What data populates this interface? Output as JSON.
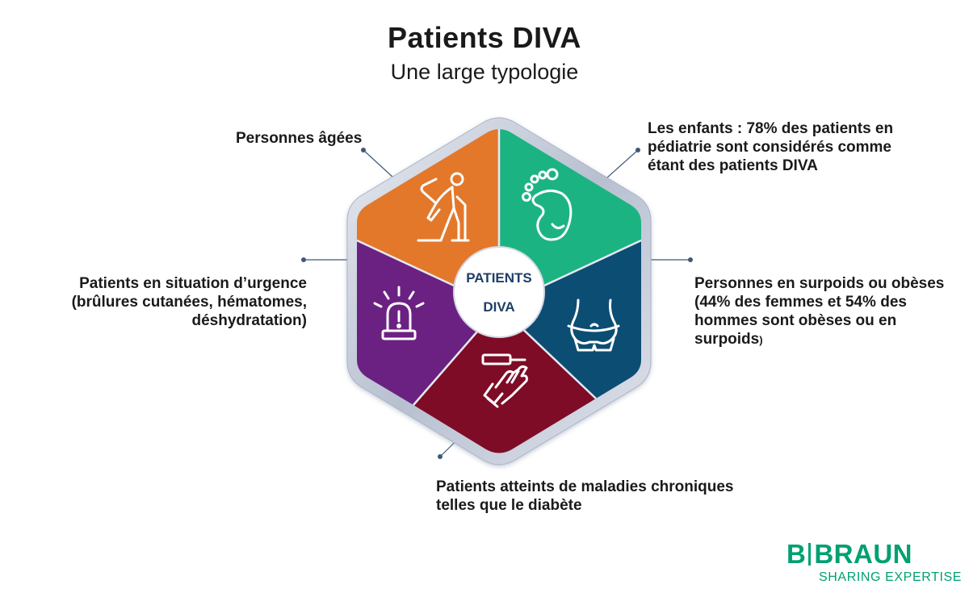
{
  "header": {
    "title": "Patients DIVA",
    "subtitle": "Une large typologie"
  },
  "center": {
    "line1": "PATIENTS",
    "line2": "DIVA"
  },
  "segments": [
    {
      "id": "elderly",
      "color": "#e3782b",
      "icon": "elderly-person-icon",
      "label_lines": [
        "Personnes âgées"
      ]
    },
    {
      "id": "children",
      "color": "#1cb383",
      "icon": "footprint-icon",
      "label_lines": [
        "Les enfants : 78% des patients en",
        "pédiatrie sont considérés comme",
        "étant des patients DIVA"
      ]
    },
    {
      "id": "overweight",
      "color": "#0c4d74",
      "icon": "belly-icon",
      "label_lines": [
        "Personnes en surpoids ou obèses",
        "(44% des femmes et 54% des",
        "hommes sont obèses ou en",
        "surpoids"
      ],
      "label_tail": ")"
    },
    {
      "id": "chronic",
      "color": "#7e0c26",
      "icon": "insulin-pen-hand-icon",
      "label_lines": [
        "Patients atteints de maladies chroniques",
        "telles que le diabète"
      ]
    },
    {
      "id": "emergency",
      "color": "#6b2182",
      "icon": "emergency-siren-icon",
      "label_lines": [
        "Patients en situation d’urgence",
        "(brûlures cutanées, hématomes,",
        "déshydratation)"
      ]
    }
  ],
  "logo": {
    "left": "B",
    "right": "BRAUN",
    "tagline": "SHARING EXPERTISE",
    "color": "#00a071"
  },
  "colors": {
    "frame": "#c9cfdc",
    "connector": "#3f5877"
  }
}
